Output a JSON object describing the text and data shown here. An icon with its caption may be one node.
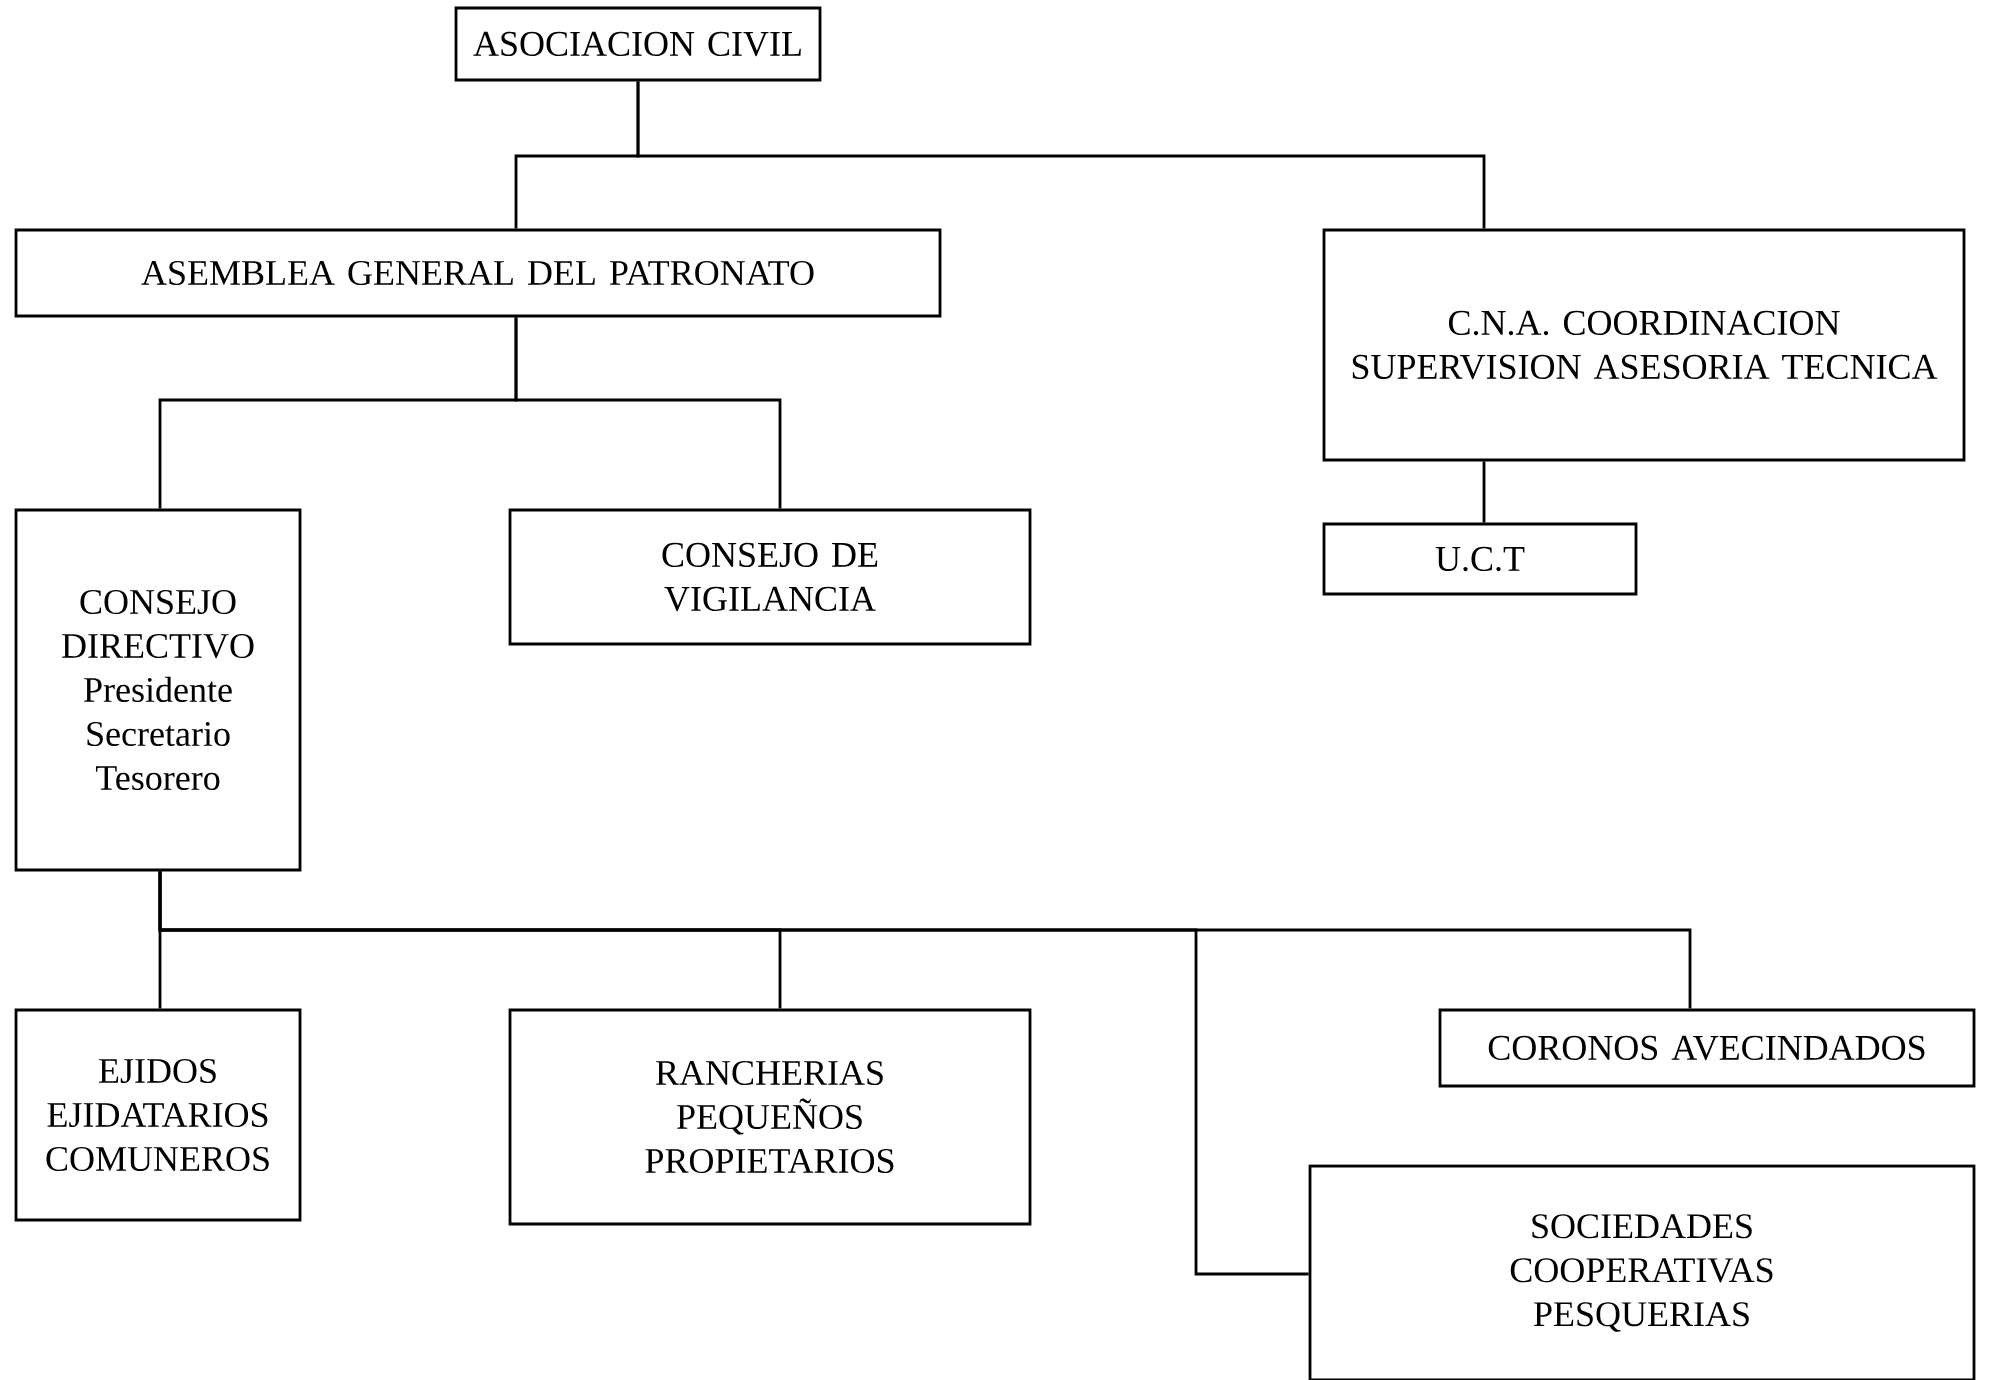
{
  "diagram": {
    "nodes": [
      {
        "text": [
          "ASOCIACION CIVIL"
        ]
      },
      {
        "text": [
          "ASEMBLEA GENERAL DEL PATRONATO"
        ]
      },
      {
        "text": [
          "C.N.A. COORDINACION SUPERVISION ASESORIA TECNICA"
        ]
      },
      {
        "text": [
          "CONSEJO DIRECTIVO",
          "Presidente Secretario Tesorero"
        ]
      },
      {
        "text": [
          "CONSEJO DE VIGILANCIA"
        ]
      },
      {
        "text": [
          "U.C.T"
        ]
      },
      {
        "text": [
          "EJIDOS EJIDATARIOS COMUNEROS"
        ]
      },
      {
        "text": [
          "RANCHERIAS PEQUEÑOS PROPIETARIOS"
        ]
      },
      {
        "text": [
          "CORONOS AVECINDADOS"
        ]
      },
      {
        "text": [
          "SOCIEDADES COOPERATIVAS PESQUERIAS"
        ]
      }
    ],
    "edges": [
      {
        "from": 0,
        "to": 1,
        "arrow": "none"
      },
      {
        "from": 0,
        "to": 2,
        "arrow": "none"
      },
      {
        "from": 1,
        "to": 3,
        "arrow": "none"
      },
      {
        "from": 1,
        "to": 4,
        "arrow": "none"
      },
      {
        "from": 2,
        "to": 5,
        "arrow": "none"
      },
      {
        "from": 3,
        "to": 6,
        "arrow": "none"
      },
      {
        "from": 3,
        "to": 7,
        "arrow": "none"
      },
      {
        "from": 3,
        "to": 8,
        "arrow": "none"
      },
      {
        "from": 3,
        "to": 9,
        "arrow": "none"
      }
    ]
  }
}
